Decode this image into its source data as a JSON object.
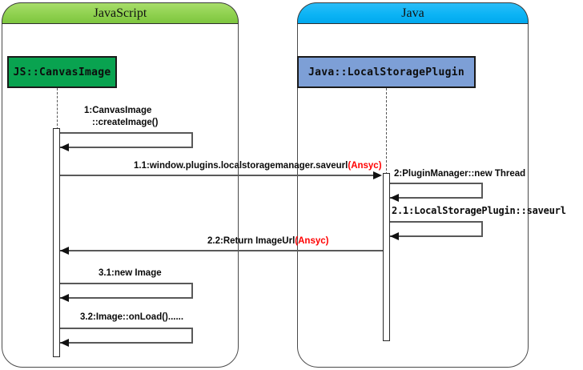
{
  "diagram": {
    "type": "uml-sequence-diagram",
    "title": "JavaScript to Java LocalStorage plugin sequence"
  },
  "lanes": [
    {
      "id": "javascript",
      "title": "JavaScript",
      "header_color": "#8fd14f"
    },
    {
      "id": "java",
      "title": "Java",
      "header_color": "#0cb4f5"
    }
  ],
  "participants": [
    {
      "id": "js-canvasimage",
      "label": "JS::CanvasImage",
      "color": "#09a350"
    },
    {
      "id": "java-localstorageplugin",
      "label": "Java::LocalStoragePlugin",
      "color": "#7d9fd6"
    }
  ],
  "messages": [
    {
      "id": "m1",
      "number": "1:",
      "line1": "1:CanvasImage",
      "line2": "::createImage()",
      "kind": "self",
      "from": "js-canvasimage",
      "to": "js-canvasimage",
      "async_tag": ""
    },
    {
      "id": "m1-1",
      "number": "1.1:",
      "text": "1.1:window.plugins.localstoragemanager.saveurl",
      "async_tag": "(Ansyc)",
      "kind": "call",
      "from": "js-canvasimage",
      "to": "java-localstorageplugin"
    },
    {
      "id": "m2",
      "number": "2:",
      "text": "2:PluginManager::new Thread",
      "kind": "self",
      "from": "java-localstorageplugin",
      "to": "java-localstorageplugin",
      "async_tag": ""
    },
    {
      "id": "m2-1",
      "number": "2.1:",
      "text": "2.1:LocalStoragePlugin::saveurl",
      "kind": "self",
      "from": "java-localstorageplugin",
      "to": "java-localstorageplugin",
      "async_tag": ""
    },
    {
      "id": "m2-2",
      "number": "2.2:",
      "text": "2.2:Return ImageUrl",
      "async_tag": "(Ansyc)",
      "kind": "return",
      "from": "java-localstorageplugin",
      "to": "js-canvasimage"
    },
    {
      "id": "m3-1",
      "number": "3.1:",
      "text": "3.1:new Image",
      "kind": "self",
      "from": "js-canvasimage",
      "to": "js-canvasimage",
      "async_tag": ""
    },
    {
      "id": "m3-2",
      "number": "3.2:",
      "text": "3.2:Image::onLoad()......",
      "kind": "self",
      "from": "js-canvasimage",
      "to": "js-canvasimage",
      "async_tag": ""
    }
  ],
  "colors": {
    "async_tag": "#ff0000",
    "line": "#595959",
    "border": "#2a2a2a"
  }
}
